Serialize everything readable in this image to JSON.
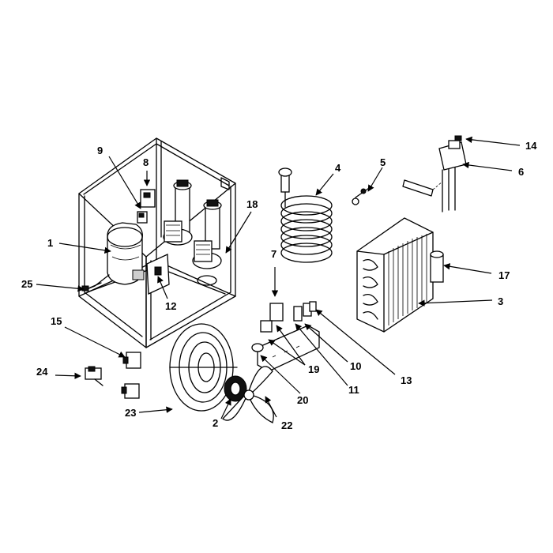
{
  "callouts": {
    "c1": "1",
    "c2": "2",
    "c3": "3",
    "c4": "4",
    "c5": "5",
    "c6": "6",
    "c7": "7",
    "c8": "8",
    "c9": "9",
    "c10": "10",
    "c11": "11",
    "c12": "12",
    "c13": "13",
    "c14": "14",
    "c15": "15",
    "c17": "17",
    "c18": "18",
    "c19": "19",
    "c20": "20",
    "c22": "22",
    "c23": "23",
    "c24": "24",
    "c25": "25"
  }
}
